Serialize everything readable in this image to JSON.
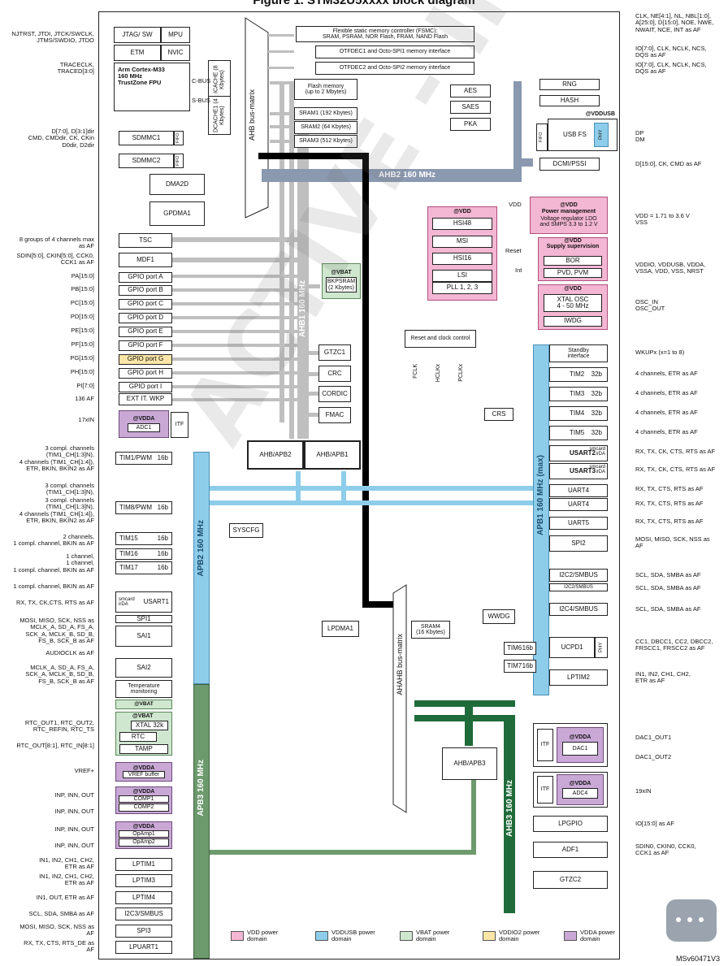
{
  "title": "Figure 1. STM32U5xxxx block diagram",
  "reference": "MSv60471V3",
  "watermark": "ACTIVE - INACTIVE - INACTIVE",
  "colors": {
    "vdd": "#f3b6d3",
    "vddusb": "#8ecdea",
    "vbat": "#cfe6cf",
    "vddio2": "#fbe6a8",
    "vdda": "#c9a8d6",
    "ahb1": "#bfbfbf",
    "ahb2": "#8a98b0",
    "ahb3": "#1f6b3a"
  },
  "core": {
    "jtag": "JTAG/ SW",
    "mpu": "MPU",
    "etm": "ETM",
    "nvic": "NVIC",
    "cpu": "Arm Cortex-M33\n160 MHz\nTrustZone  FPU",
    "icache": "ICACHE (8 Kbytes)",
    "dcache": "DCACHE1 (4 Kbytes)",
    "cbus": "C-BUS",
    "sbus": "S-BUS"
  },
  "buses": {
    "ahb_matrix": "AHB bus-matrix",
    "ahb1": "AHB1 160 MHz",
    "ahb2": "AHB2 160 MHz",
    "apb1": "APB1 160 MHz (max)",
    "apb2": "APB2 160 MHz",
    "apb3": "APB3 160 MHz",
    "ahb3": "AHB3 160 MHz",
    "ahahb": "AHAHB bus-matrix",
    "ahbapb2": "AHB/APB2",
    "ahbapb1": "AHB/APB1",
    "ahbapb3": "AHB/APB3"
  },
  "memory": {
    "fsmc": "Flexible static memory controller (FSMC):\nSRAM, PSRAM, NOR Flash, FRAM, NAND Flash",
    "otfdec1": "OTFDEC1 and Octo-SPI1 memory interface",
    "otfdec2": "OTFDEC2 and Octo-SPI2 memory interface",
    "flash": "Flash memory\n(up to 2 Mbytes)",
    "sram1": "SRAM1 (192 Kbytes)",
    "sram2": "SRAM2 (64 Kbytes)",
    "sram3": "SRAM3 (512 Kbytes)",
    "bkpsram_dom": "@VBAT",
    "bkpsram": "BKPSRAM\n(2 Kbytes)",
    "sram4": "SRAM4\n(16 Kbytes)"
  },
  "left_blocks": {
    "sdmmc1": "SDMMC1",
    "sdmmc2": "SDMMC2",
    "fifo": "FIFO",
    "dma2d": "DMA2D",
    "gpdma1": "GPDMA1",
    "tsc": "TSC",
    "mdf1": "MDF1",
    "gpio": [
      "GPIO port A",
      "GPIO port B",
      "GPIO port C",
      "GPIO port D",
      "GPIO port E",
      "GPIO port F",
      "GPIO port G",
      "GPIO port H",
      "GPIO port I"
    ],
    "extit": "EXT IT. WKP",
    "adc1_dom": "@VDDA",
    "adc1": "ADC1",
    "itf": "ITF",
    "tim1": "TIM1/PWM",
    "tim1_bits": "16b",
    "tim8": "TIM8/PWM",
    "tim8_bits": "16b",
    "tim15": "TIM15",
    "tim16": "TIM16",
    "tim17": "TIM17",
    "bits16": "16b",
    "usart1_sc": "smcard\nirDA",
    "usart1": "USART1",
    "spi1": "SPI1",
    "sai1": "SAI1",
    "sai2": "SAI2",
    "tempmon": "Temperature\nmonitoring",
    "vbat_dom": "@VBAT",
    "monitoring": "monitoring",
    "xtal32": "XTAL 32k",
    "rtc": "RTC",
    "tamp": "TAMP",
    "vref_dom": "@VDDA",
    "vref": "VREF buffer",
    "comp_dom": "@VDDA",
    "comp1": "COMP1",
    "comp2": "COMP2",
    "opamp_dom": "@VDDA",
    "opamp1": "OpAmp1",
    "opamp2": "OpAmp2",
    "lptim1": "LPTIM1",
    "lptim3": "LPTIM3",
    "lptim4": "LPTIM4",
    "i2c3": "I2C3/SMBUS",
    "spi3": "SPI3",
    "lpuart1": "LPUART1",
    "syscfg": "SYSCFG",
    "lpdma1": "LPDMA1",
    "gtzc1": "GTZC1",
    "crc": "CRC",
    "cordic": "CORDIC",
    "fmac": "FMAC"
  },
  "left_signals": [
    "NJTRST, JTDI, JTCK/SWCLK,\nJTMS/SWDIO, JTDO",
    "TRACECLK,\nTRACED[3:0]",
    "D[7:0], D[3:1]dir\nCMD, CMDdir, CK, CKin\nD0dir, D2dir",
    "8 groups of 4 channels max\nas AF",
    "SDIN[5:0], CKIN[5:0], CCK0,\nCCK1 as AF",
    "PA[15:0]",
    "PB[15:0]",
    "PC[15:0]",
    "PD[15:0]",
    "PE[15:0]",
    "PF[15:0]",
    "PG[15:0]",
    "PH[15:0]",
    "PI[7:0]",
    "136 AF",
    "17xIN",
    "3 compl. channels\n(TIM1_CH[1:3]N),\n4 channels (TIM1_CH[1:4]),\nETR, BKIN, BKIN2 as AF",
    "3 compl. channels\n(TIM1_CH[1:3]N),",
    "3 compl. channels\n(TIM1_CH[1:3]N),\n4 channels (TIM1_CH[1:4]),\nETR, BKIN, BKIN2 as AF",
    "2 channels,\n1 compl. channel, BKIN as AF",
    "1 channel,\n1 channel,\n1 compl. channel, BKIN as AF",
    "1 compl. channel, BKIN as AF",
    "RX, TX, CK,CTS, RTS as AF",
    "MOSI, MISO, SCK, NSS as\nMCLK_A, SD_A, FS_A,\nSCK_A, MCLK_B, SD_B,\nFS_B, SCK_B as AF",
    "AUDIOCLK as AF",
    "MCLK_A, SD_A, FS_A,\nSCK_A, MCLK_B, SD_B,\nFS_B, SCK_B as AF",
    "RTC_OUT1, RTC_OUT2,\nRTC_REFIN, RTC_TS",
    "RTC_OUT[8:1], RTC_IN[8:1]",
    "VREF+",
    "INP, INN, OUT",
    "INP, INN, OUT",
    "INP, INN, OUT",
    "INP, INN, OUT",
    "IN1, IN2, CH1, CH2,\nETR as AF",
    "IN1, IN2, CH1, CH2,\nETR as AF",
    "IN1, OUT, ETR as AF",
    "SCL, SDA, SMBA as AF",
    "MOSI, MISO, SCK, NSS as\nAF",
    "RX, TX, CTS, RTS_DE as\nAF"
  ],
  "right_blocks": {
    "aes": "AES",
    "saes": "SAES",
    "pka": "PKA",
    "rng": "RNG",
    "hash": "HASH",
    "usb_dom": "@VDDUSB",
    "usbfs": "USB FS",
    "fifo": "FIFO",
    "phy": "PHY",
    "dcmi": "DCMI/PSSI",
    "clk_dom": "@VDD",
    "hsi48": "HSI48",
    "msi": "MSI",
    "hsi16": "HSI16",
    "lsi": "LSI",
    "pll": "PLL 1, 2, 3",
    "pwr_dom": "@VDD",
    "pwr_title": "Power management",
    "pwr": "Voltage regulator LDO\nand SMPS 3.3 to 1.2 V",
    "sup_dom": "@VDD",
    "sup_title": "Supply supervision",
    "bor": "BOR",
    "pvd": "PVD, PVM",
    "osc_dom": "@VDD",
    "xtalosc": "XTAL OSC\n4 - 50 MHz",
    "iwdg": "IWDG",
    "rcc": "Reset and clock control",
    "fclk": "FCLK",
    "hclk": "HCLKx",
    "pclk": "PCLKx",
    "vdd_lbl": "VDD",
    "reset_lbl": "Reset",
    "int_lbl": "Int",
    "crs": "CRS",
    "standby": "Standby\ninterface",
    "tim2": "TIM2",
    "tim3": "TIM3",
    "tim4": "TIM4",
    "tim5": "TIM5",
    "bits32": "32b",
    "usart2_sc": "smcard\nirDA",
    "usart2": "USART2",
    "usart3_sc": "smcard\nirDA",
    "usart3": "USART3",
    "uart4": "UART4",
    "uart5": "UART5",
    "spi2": "SPI2",
    "i2c2": "I2C2/SMBUS",
    "i2c4": "I2C4/SMBUS",
    "wwdg": "WWDG",
    "tim6": "TIM6",
    "tim7": "TIM7",
    "bits16": "16b",
    "ucpd1": "UCPD1",
    "lptim2": "LPTIM2",
    "dac_dom": "@VDDA",
    "dac1": "DAC1",
    "adc4_dom": "@VDDA",
    "adc4": "ADC4",
    "itf": "ITF",
    "lpgpio": "LPGPIO",
    "adf1": "ADF1",
    "gtzc2": "GTZC2"
  },
  "right_signals": [
    "CLK, NE[4:1], NL, NBL[1:0],\nA[25:0], D[15:0], NOE, NWE,\nNWAIT, NCE, INT as AF",
    "IO[7:0], CLK, NCLK, NCS,\nDQS as AF",
    "IO[7:0], CLK, NCLK, NCS,\nDQS as AF",
    "DP\nDM",
    "D[15:0], CK, CMD as AF",
    "VDD = 1.71 to 3.6 V\nVSS",
    "VDDIO, VDDUSB, VDDA,\nVSSA, VDD, VSS, NRST",
    "OSC_IN\nOSC_OUT",
    "WKUPx (x=1 to 8)",
    "4 channels, ETR as AF",
    "4 channels, ETR as AF",
    "4 channels, ETR as AF",
    "4 channels, ETR as AF",
    "RX, TX, CK, CTS, RTS as AF",
    "RX, TX, CK, CTS, RTS as AF",
    "RX, TX, CTS, RTS as AF",
    "RX, TX, CTS, RTS as AF",
    "RX, TX, CTS, RTS as AF",
    "MOSI, MISO, SCK, NSS as\nAF",
    "SCL, SDA, SMBA as AF",
    "SCL, SDA, SMBA as AF",
    "SCL, SDA, SMBA as AF",
    "CC1, DBCC1, CC2, DBCC2,\nFRSCC1, FRSCC2 as AF",
    "IN1, IN2, CH1, CH2,\nETR as AF",
    "DAC1_OUT1",
    "DAC1_OUT2",
    "19xIN",
    "IO[15:0] as AF",
    "SDIN0, CKIN0, CCK0,\nCCK1 as AF"
  ],
  "legend": [
    {
      "label": "VDD power\ndomain",
      "color": "#f3b6d3"
    },
    {
      "label": "VDDUSB power\ndomain",
      "color": "#8ecdea"
    },
    {
      "label": "VBAT power\ndomain",
      "color": "#cfe6cf"
    },
    {
      "label": "VDDIO2 power\ndomain",
      "color": "#fbe6a8"
    },
    {
      "label": "VDDA power\ndomain",
      "color": "#c9a8d6"
    }
  ]
}
